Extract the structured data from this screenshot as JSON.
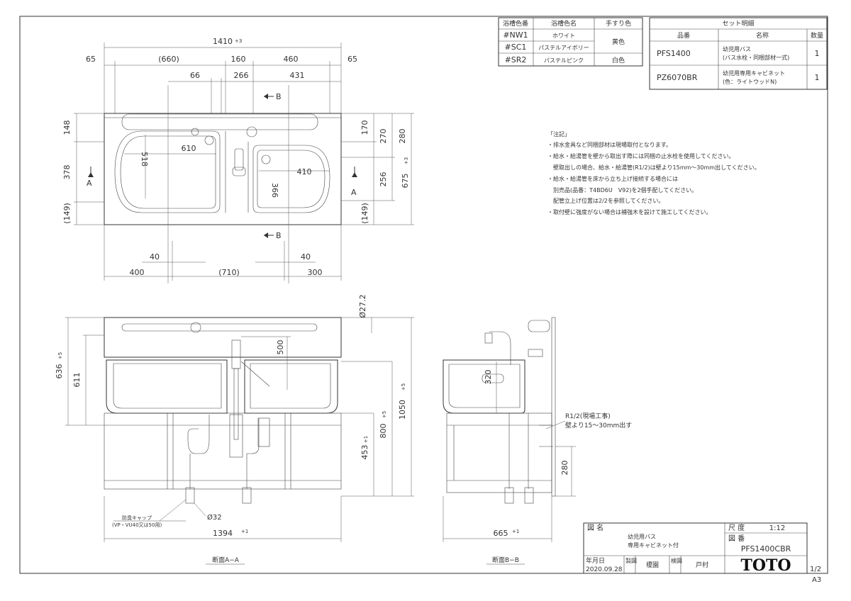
{
  "color_table": {
    "headers": [
      "浴槽色番",
      "浴槽色名",
      "手すり色"
    ],
    "rows": [
      {
        "code": "#NW1",
        "name": "ホワイト"
      },
      {
        "code": "#SC1",
        "name": "パステルアイボリー"
      },
      {
        "code": "#SR2",
        "name": "パステルピンク"
      }
    ],
    "rail_yellow": "黄色",
    "rail_white": "白色"
  },
  "set_table": {
    "title": "セット明細",
    "headers": [
      "品番",
      "名称",
      "数量"
    ],
    "rows": [
      {
        "part": "PFS1400",
        "name1": "幼児用バス",
        "name2": "(バス水栓・同梱部材一式)",
        "qty": "1"
      },
      {
        "part": "PZ6070BR",
        "name1": "幼児用専用キャビネット",
        "name2": "(色：ライトウッドN)",
        "qty": "1"
      }
    ]
  },
  "notes": {
    "title": "「注記」",
    "lines": [
      "・排水金具など同梱部材は現場取付となります。",
      "・給水・給湯管を壁から取出す際には同梱の止水栓を使用してください。",
      "　壁取出しの場合、給水・給湯管(R1/2)は壁より15mm～30mm出してください。",
      "・給水・給湯管を床から立ち上げ接続する場合には",
      "　別売品(品番：T4BD6U　V92)を2個手配してください。",
      "　配管立上げ位置は2/2を参照してください。",
      "・取付壁に強度がない場合は補強木を設けて施工してください。"
    ]
  },
  "plan_dims": {
    "overall": "1410",
    "overall_tol": "+3",
    "top_row": [
      "65",
      "(660)",
      "160",
      "460",
      "65"
    ],
    "second_row": [
      "66",
      "266",
      "431"
    ],
    "left_col": [
      "148",
      "378",
      "(149)"
    ],
    "right_col": [
      "170",
      "270",
      "280",
      "256",
      "(149)"
    ],
    "depth": "675",
    "depth_tol": "+3",
    "inner": [
      "518",
      "610",
      "410",
      "366"
    ],
    "bottom_small": [
      "40",
      "40"
    ],
    "bottom_row": [
      "400",
      "(710)",
      "300"
    ],
    "section_a": "A",
    "section_b": "B"
  },
  "front_dims": {
    "height_total": "636",
    "height_tol": "+5",
    "height_inner": "611",
    "faucet": "500",
    "pipe_dia": "Ø27.2",
    "bath_height": "1050",
    "rim_height": "800",
    "cab_height": "453",
    "drain_dia": "Ø32",
    "width": "1394",
    "width_tol": "+1",
    "cap_label1": "防臭キャップ",
    "cap_label2": "(VP・VU40又は50用)",
    "section_label": "断面A−A",
    "tol5": "+5",
    "tol1": "+1"
  },
  "side_dims": {
    "faucet": "320",
    "pipe_note1": "R1/2(現場工事)",
    "pipe_note2": "壁より15～30mm出す",
    "pipe_height": "280",
    "depth": "665",
    "depth_tol": "+1",
    "section_label": "断面B−B"
  },
  "title_block": {
    "drawing_label": "図 名",
    "drawing_name1": "幼児用バス",
    "drawing_name2": "専用キャビネット付",
    "scale_label": "尺 度",
    "scale": "1:12",
    "number_label": "図 番",
    "number": "PFS1400CBR",
    "date_label": "年月日",
    "date": "2020.09.28",
    "made_label": "製図",
    "made_by": "榎園",
    "check_label": "検図",
    "checked_by": "戸村",
    "brand": "TOTO",
    "page": "1/2",
    "paper": "A3"
  }
}
